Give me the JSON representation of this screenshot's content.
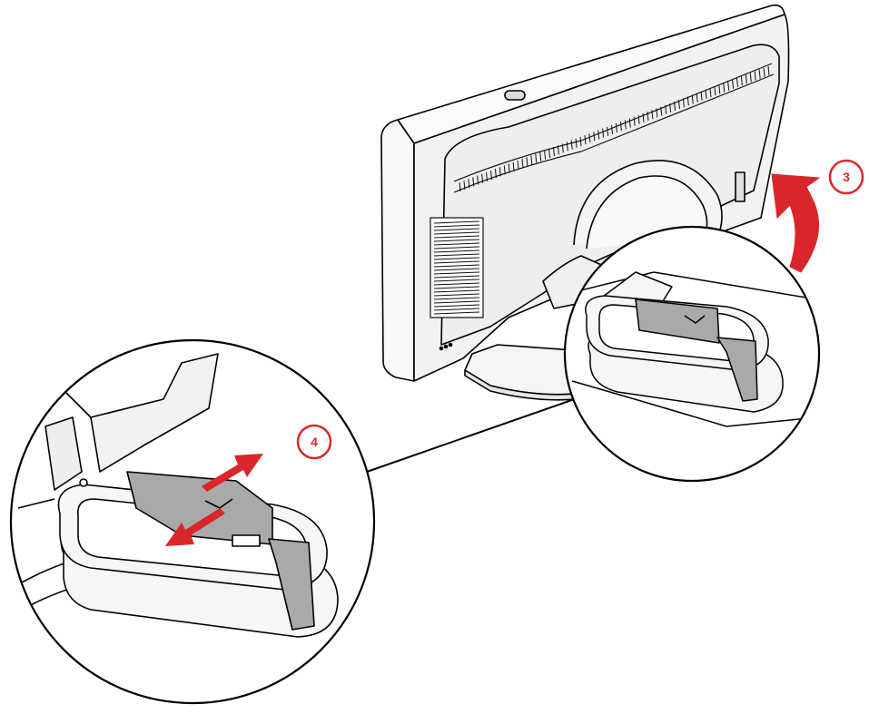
{
  "steps": [
    {
      "number": "3",
      "action": "tilt-monitor-up"
    },
    {
      "number": "4",
      "action": "slide-band-off"
    }
  ],
  "colors": {
    "arrow": "#d9262b",
    "badge": "#d9262b",
    "band": "#a9a9a9",
    "outline": "#000000",
    "body": "#f4f4f4"
  }
}
